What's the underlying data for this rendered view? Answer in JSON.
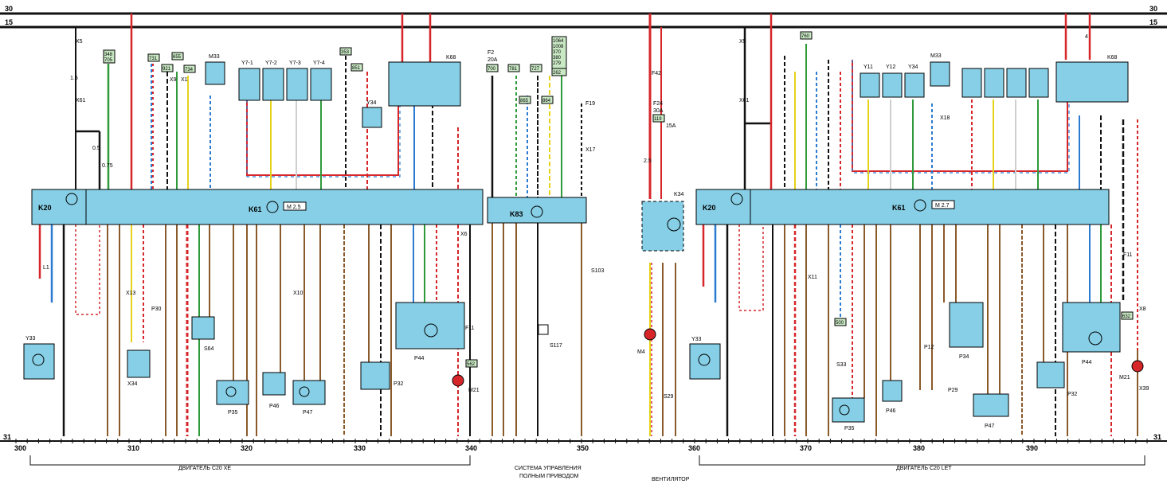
{
  "rails": {
    "top": "30",
    "second": "15",
    "ground": "31"
  },
  "colors": {
    "red": "#d6262a",
    "black": "#111111",
    "blue": "#2b7bd1",
    "green": "#2f9a3a",
    "brown": "#8a5a2b",
    "yellow": "#e7d21b",
    "violet": "#7c3aa6",
    "white": "#cfcfcf",
    "grey": "#8a8a8a",
    "box": "#86cfe6",
    "tag": "#c9e8c4"
  },
  "sections": {
    "s1": "ДВИГАТЕЛЬ C20 XE",
    "s2_line1": "СИСТЕМА УПРАВЛЕНИЯ",
    "s2_line2": "ПОЛНЫМ ПРИВОДОМ",
    "s3": "ВЕНТИЛЯТОР",
    "s4": "ДВИГАТЕЛЬ C20 LET"
  },
  "grid": {
    "marks": [
      "300",
      "310",
      "320",
      "330",
      "340",
      "350",
      "360",
      "370",
      "380",
      "390"
    ]
  },
  "components": {
    "k20_left": "K20",
    "k61_left": "K61",
    "m25": "M 2.5",
    "k83": "K83",
    "k34": "K34",
    "k20_right": "K20",
    "k61_right": "K61",
    "m27": "M 2.7",
    "k68_left": "K68",
    "k68_right": "K68",
    "m33_left": "M33",
    "m33_right": "M33",
    "y33_left": "Y33",
    "y33_right": "Y33",
    "y34_left": "Y34",
    "y34_right": "Y34",
    "y71": "Y7-1",
    "y72": "Y7-2",
    "y73": "Y7-3",
    "y74": "Y7-4",
    "y11": "Y11",
    "y12": "Y12",
    "p44_left": "P44",
    "p44_right": "P44",
    "p35_left": "P35",
    "p35_right": "P35",
    "p46_left": "P46",
    "p46_right": "P46",
    "p47_left": "P47",
    "p47_right": "P47",
    "p30": "P30",
    "p32_left": "P32",
    "p32_right": "P32",
    "s64": "S64",
    "x34": "X34",
    "m21_left": "M21",
    "m21_right": "M21",
    "m4": "M4",
    "s103": "S103",
    "s117": "S117",
    "s29": "S29",
    "s33": "S33",
    "p12": "P12",
    "p29": "P29",
    "p34": "P34",
    "f11_left": "F11",
    "f11_right": "F11",
    "f19": "F19",
    "f2": "F2",
    "f2_rating": "20A",
    "f24": "F24",
    "f24_rating": "30A",
    "f42": "F42",
    "f42_rating": "15A",
    "x5": "X5",
    "x61": "X61",
    "x1": "X1",
    "x9": "X9",
    "x6": "X6",
    "x13": "X13",
    "x10": "X10",
    "x8": "X8",
    "x17": "X17",
    "x18": "X18",
    "x39": "X39",
    "x11": "X11",
    "l1": "L1"
  },
  "tags": {
    "t348": "348",
    "t705": "705",
    "t731": "731",
    "t921": "921",
    "t655": "655",
    "t734": "734",
    "t353": "353",
    "t851": "851",
    "t700": "700",
    "t781": "781",
    "t727": "727",
    "t865": "865",
    "t864": "864",
    "t1064": "1064",
    "t1008": "1008",
    "t370": "370",
    "t380": "380",
    "t279": "279",
    "t262": "262",
    "t119": "119",
    "t760": "760",
    "t500": "500",
    "t562": "562",
    "t632": "632"
  },
  "wire_gauges": {
    "g05": "0.5",
    "g075": "0.75",
    "g15": "1.5",
    "g25": "2.5",
    "g4": "4"
  }
}
